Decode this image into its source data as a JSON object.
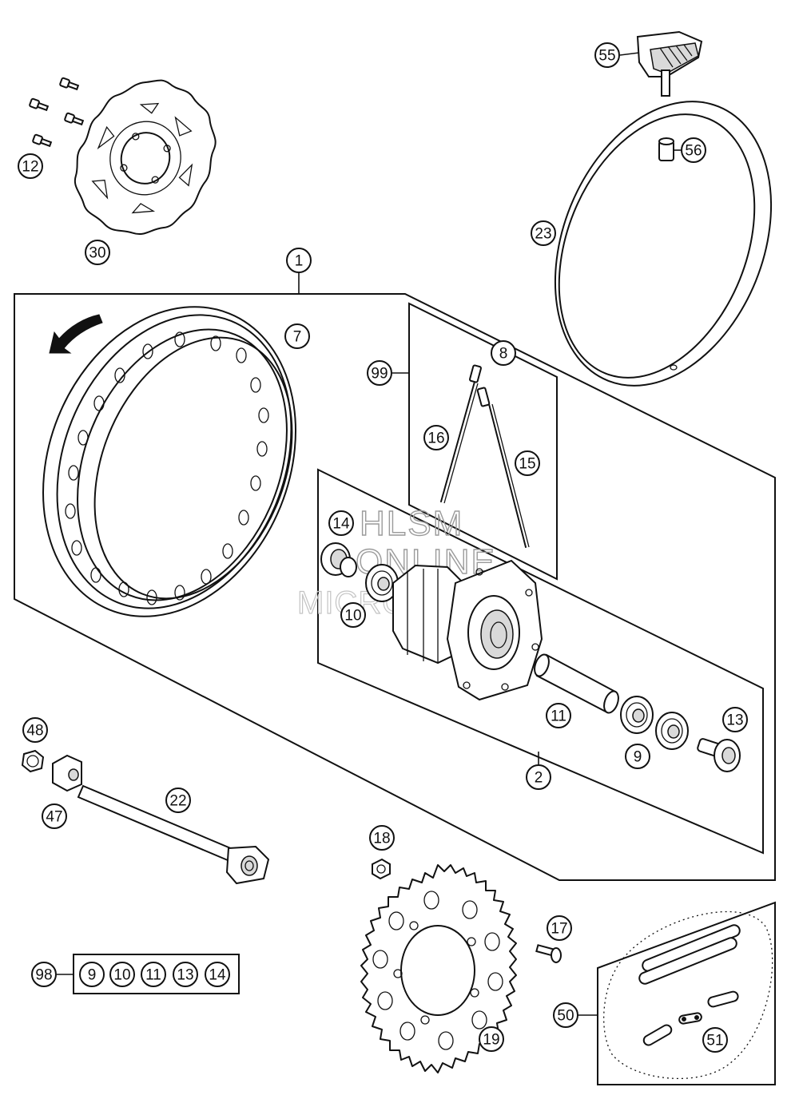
{
  "diagram": {
    "watermark": [
      "HLSM",
      "ONLINE",
      "MICROFICHE"
    ],
    "callouts": {
      "c1": "1",
      "c2": "2",
      "c7": "7",
      "c8": "8",
      "c9a": "9",
      "c10a": "10",
      "c11a": "11",
      "c12": "12",
      "c13a": "13",
      "c14a": "14",
      "c15": "15",
      "c16": "16",
      "c17": "17",
      "c18": "18",
      "c19": "19",
      "c22": "22",
      "c23": "23",
      "c30": "30",
      "c47": "47",
      "c48": "48",
      "c50": "50",
      "c51": "51",
      "c55": "55",
      "c56": "56",
      "c98": "98",
      "c99": "99",
      "kit9": "9",
      "kit10": "10",
      "kit11": "11",
      "kit13": "13",
      "kit14": "14"
    }
  }
}
